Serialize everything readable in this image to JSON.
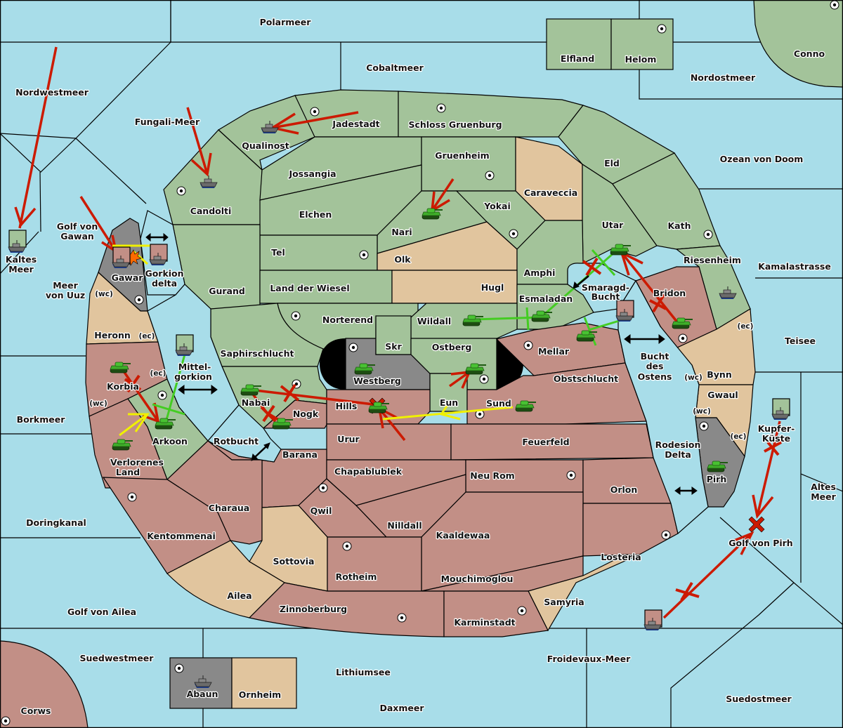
{
  "map": {
    "title": "Diplomacy map - order results",
    "colors": {
      "sea": "#a8dde9",
      "power_green": "#a3c39a",
      "power_red": "#c28f86",
      "neutral_tan": "#e1c59e",
      "power_grey": "#898989",
      "order_failed": "#cc1a00",
      "support_green": "#44cc22",
      "convoy_yellow": "#f0f000"
    },
    "sea_labels": {
      "polarmeer": "Polarmeer",
      "cobaltmeer": "Cobaltmeer",
      "nordwestmeer": "Nordwestmeer",
      "fungali": "Fungali-Meer",
      "nordostmeer": "Nordostmeer",
      "ozean": "Ozean von Doom",
      "golf_gawan_1": "Golf von",
      "golf_gawan_2": "Gawan",
      "kaltes_1": "Kaltes",
      "kaltes_2": "Meer",
      "uuz_1": "Meer",
      "uuz_2": "von Uuz",
      "gorkion_1": "Gorkion",
      "gorkion_2": "delta",
      "mittel_1": "Mittel-",
      "mittel_2": "gorkion",
      "borkmeer": "Borkmeer",
      "rotbucht": "Rotbucht",
      "smaragd_1": "Smaragd-",
      "smaragd_2": "Bucht",
      "bucht_1": "Bucht",
      "bucht_2": "des",
      "bucht_3": "Ostens",
      "kamala": "Kamalastrasse",
      "teisee": "Teisee",
      "rodesion_1": "Rodesion",
      "rodesion_2": "Delta",
      "kupfer_1": "Kupfer-",
      "kupfer_2": "Küste",
      "altes_1": "Altes",
      "altes_2": "Meer",
      "golf_pirh": "Golf von Pirh",
      "doringkanal": "Doringkanal",
      "golf_ailea": "Golf von Ailea",
      "suedwestmeer": "Suedwestmeer",
      "lithiumsee": "Lithiumsee",
      "daxmeer": "Daxmeer",
      "froidevaux": "Froidevaux-Meer",
      "suedostmeer": "Suedostmeer"
    },
    "land_labels": {
      "elfland": "Elfland",
      "helom": "Helom",
      "conno": "Conno",
      "qualinost": "Qualinost",
      "jadestadt": "Jadestadt",
      "schloss": "Schloss Gruenburg",
      "candolti": "Candolti",
      "jossangia": "Jossangia",
      "gruenheim": "Gruenheim",
      "caraveccia": "Caraveccia",
      "eld": "Eld",
      "elchen": "Elchen",
      "nari": "Nari",
      "yokai": "Yokai",
      "utar": "Utar",
      "kath": "Kath",
      "tel": "Tel",
      "olk": "Olk",
      "amphi": "Amphi",
      "riesenheim": "Riesenheim",
      "gurand": "Gurand",
      "wiesel": "Land der Wiesel",
      "hugl": "Hugl",
      "esmaladan": "Esmaladan",
      "bridon": "Bridon",
      "gawar": "Gawar",
      "norterend": "Norterend",
      "wildall": "Wildall",
      "heronn": "Heronn",
      "saphir": "Saphirschlucht",
      "skr": "Skr",
      "ostberg": "Ostberg",
      "mellar": "Mellar",
      "westberg": "Westberg",
      "obstschlucht": "Obstschlucht",
      "bynn": "Bynn",
      "gwaul": "Gwaul",
      "korbia": "Korbia",
      "nabai": "Nabai",
      "nogk": "Nogk",
      "hills": "Hills",
      "eun": "Eun",
      "sund": "Sund",
      "arkoon": "Arkoon",
      "urur": "Urur",
      "feuerfeld": "Feuerfeld",
      "verlorenes_1": "Verlorenes",
      "verlorenes_2": "Land",
      "barana": "Barana",
      "chapablublek": "Chapablublek",
      "neurom": "Neu Rom",
      "pirh": "Pirh",
      "orlon": "Orlon",
      "charaua": "Charaua",
      "qwil": "Qwil",
      "nilldall": "Nilldall",
      "kentommenai": "Kentommenai",
      "kaaldewaa": "Kaaldewaa",
      "losteria": "Losteria",
      "sottovia": "Sottovia",
      "rotheim": "Rotheim",
      "mouchimoglou": "Mouchimoglou",
      "ailea": "Ailea",
      "zinnoberburg": "Zinnoberburg",
      "samyria": "Samyria",
      "karminstadt": "Karminstadt",
      "abaun": "Abaun",
      "ornheim": "Ornheim",
      "corws": "Corws"
    },
    "coast_labels": {
      "wc": "(wc)",
      "ec": "(ec)"
    }
  }
}
